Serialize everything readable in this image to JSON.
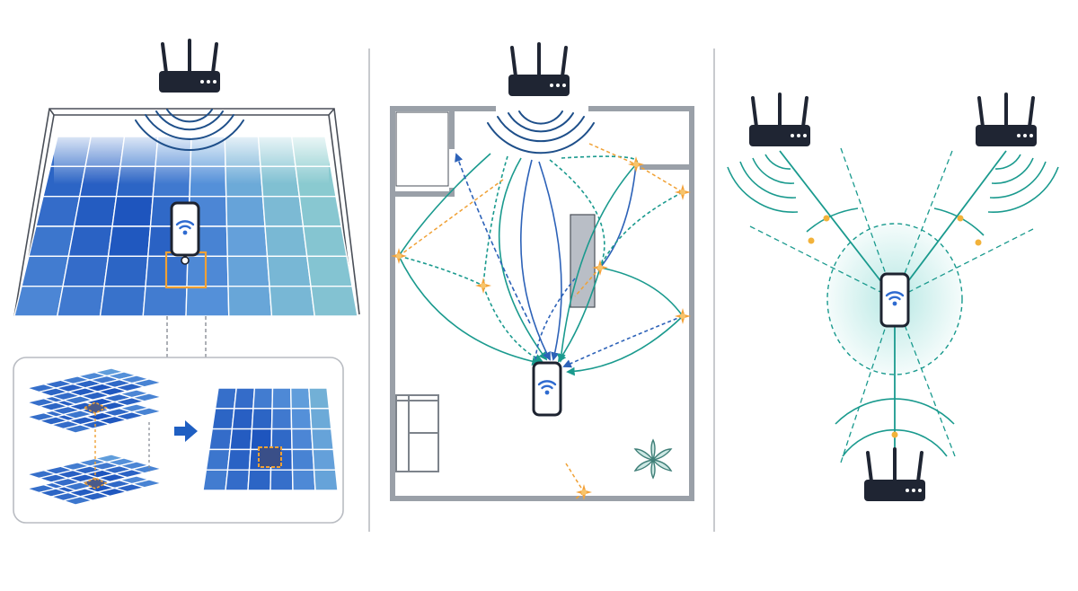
{
  "colors": {
    "router": "#1f2533",
    "signal": "#1e4f8a",
    "teal": "#1a9a8e",
    "blue_path": "#2d62b8",
    "orange": "#f0a135",
    "wall": "#9aa0a8",
    "divider": "#b5b8bd",
    "phone_outline": "#1d2330",
    "wifi": "#2f6bd0"
  },
  "panels": [
    {
      "id": "fingerprint-heatmap",
      "icons": [
        "router-icon",
        "heatmap-grid",
        "phone-icon",
        "layer-stack-icon",
        "arrow-right-icon"
      ]
    },
    {
      "id": "multipath-floorplan",
      "icons": [
        "router-icon",
        "floor-plan",
        "reflection-point-icon",
        "phone-icon",
        "plant-icon"
      ]
    },
    {
      "id": "trilateration",
      "icons": [
        "router-icon",
        "router-icon",
        "router-icon",
        "phone-icon",
        "coverage-circle"
      ]
    }
  ],
  "heatmap_levels": [
    [
      0.8,
      0.82,
      0.7,
      0.6,
      0.45,
      0.3,
      0.15,
      0.08
    ],
    [
      0.88,
      0.92,
      0.88,
      0.72,
      0.55,
      0.35,
      0.18,
      0.1
    ],
    [
      0.82,
      0.95,
      1.0,
      0.85,
      0.62,
      0.4,
      0.22,
      0.12
    ],
    [
      0.75,
      0.9,
      0.98,
      0.9,
      0.65,
      0.42,
      0.24,
      0.14
    ],
    [
      0.7,
      0.82,
      0.88,
      0.8,
      0.6,
      0.4,
      0.25,
      0.15
    ],
    [
      0.62,
      0.72,
      0.78,
      0.7,
      0.55,
      0.38,
      0.25,
      0.16
    ]
  ]
}
